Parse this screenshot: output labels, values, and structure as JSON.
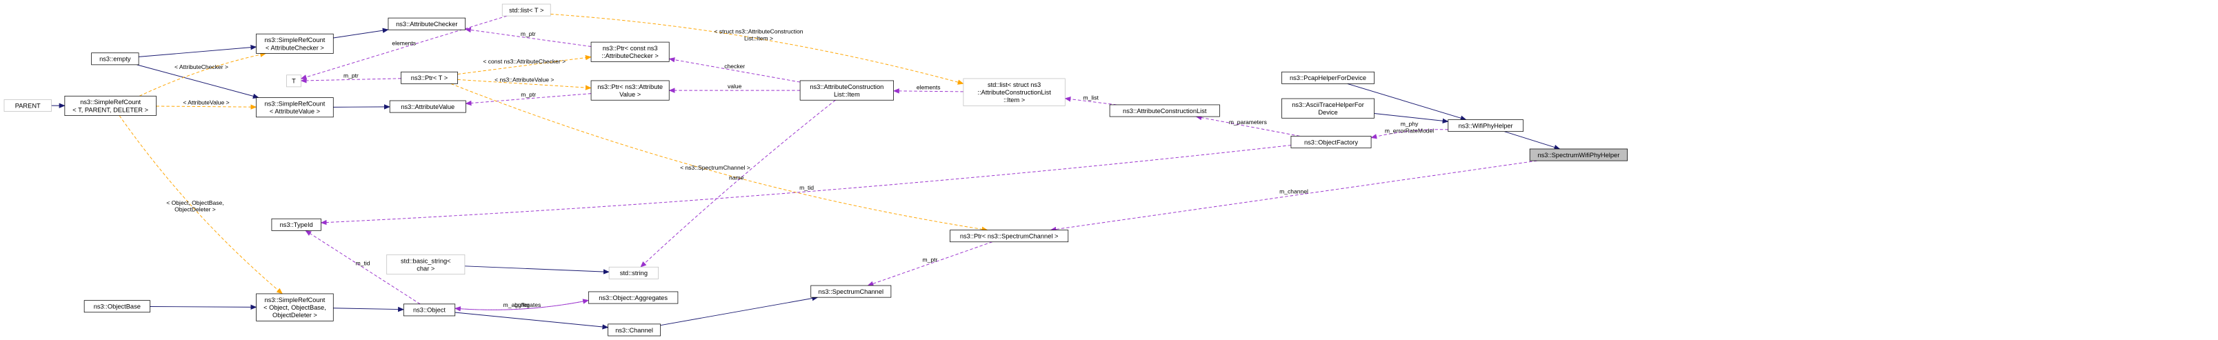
{
  "colors": {
    "inherit": "#191970",
    "usage": "#9a32cd",
    "template": "#ffa500",
    "border": "#000000",
    "undocumented_border": "#bfbfbf",
    "highlight_fill": "#bfbfbf",
    "fill": "#ffffff"
  },
  "nodes": [
    {
      "id": "parent",
      "lines": [
        "PARENT"
      ],
      "style": "undocumented"
    },
    {
      "id": "simplerefcount_main",
      "lines": [
        "ns3::SimpleRefCount",
        "< T, PARENT, DELETER >"
      ],
      "style": "normal"
    },
    {
      "id": "empty",
      "lines": [
        "ns3::empty"
      ],
      "style": "normal"
    },
    {
      "id": "src_attrchecker",
      "lines": [
        "ns3::SimpleRefCount",
        "< AttributeChecker >"
      ],
      "style": "normal"
    },
    {
      "id": "src_attrvalue",
      "lines": [
        "ns3::SimpleRefCount",
        "< AttributeValue >"
      ],
      "style": "normal"
    },
    {
      "id": "typeid",
      "lines": [
        "ns3::TypeId"
      ],
      "style": "normal"
    },
    {
      "id": "objectbase",
      "lines": [
        "ns3::ObjectBase"
      ],
      "style": "normal"
    },
    {
      "id": "src_object",
      "lines": [
        "ns3::SimpleRefCount",
        "< Object, ObjectBase,",
        "ObjectDeleter >"
      ],
      "style": "normal"
    },
    {
      "id": "attributechecker",
      "lines": [
        "ns3::AttributeChecker"
      ],
      "style": "normal"
    },
    {
      "id": "stdlist_t",
      "lines": [
        "std::list< T >"
      ],
      "style": "undocumented"
    },
    {
      "id": "t",
      "lines": [
        "T"
      ],
      "style": "undocumented"
    },
    {
      "id": "ptr_t",
      "lines": [
        "ns3::Ptr< T >"
      ],
      "style": "normal"
    },
    {
      "id": "attributevalue",
      "lines": [
        "ns3::AttributeValue"
      ],
      "style": "normal"
    },
    {
      "id": "basic_string",
      "lines": [
        "std::basic_string<",
        "char >"
      ],
      "style": "undocumented"
    },
    {
      "id": "object",
      "lines": [
        "ns3::Object"
      ],
      "style": "normal"
    },
    {
      "id": "ptr_attrchecker",
      "lines": [
        "ns3::Ptr< const ns3",
        "::AttributeChecker >"
      ],
      "style": "normal"
    },
    {
      "id": "ptr_attrvalue",
      "lines": [
        "ns3::Ptr< ns3::Attribute",
        "Value >"
      ],
      "style": "normal"
    },
    {
      "id": "stdstring",
      "lines": [
        "std::string"
      ],
      "style": "undocumented"
    },
    {
      "id": "aggregates",
      "lines": [
        "ns3::Object::Aggregates"
      ],
      "style": "normal"
    },
    {
      "id": "channel",
      "lines": [
        "ns3::Channel"
      ],
      "style": "normal"
    },
    {
      "id": "ac_item",
      "lines": [
        "ns3::AttributeConstruction",
        "List::Item"
      ],
      "style": "normal"
    },
    {
      "id": "spectrumchannel",
      "lines": [
        "ns3::SpectrumChannel"
      ],
      "style": "normal"
    },
    {
      "id": "stdlist_item",
      "lines": [
        "std::list< struct ns3",
        "::AttributeConstructionList",
        "::Item >"
      ],
      "style": "undocumented"
    },
    {
      "id": "ptr_spectrum",
      "lines": [
        "ns3::Ptr< ns3::SpectrumChannel >"
      ],
      "style": "normal"
    },
    {
      "id": "ac_list",
      "lines": [
        "ns3::AttributeConstructionList"
      ],
      "style": "normal"
    },
    {
      "id": "objectfactory",
      "lines": [
        "ns3::ObjectFactory"
      ],
      "style": "normal"
    },
    {
      "id": "pcaphelper",
      "lines": [
        "ns3::PcapHelperForDevice"
      ],
      "style": "normal"
    },
    {
      "id": "asciihelper",
      "lines": [
        "ns3::AsciiTraceHelperFor",
        "Device"
      ],
      "style": "normal"
    },
    {
      "id": "wifiphyhelper",
      "lines": [
        "ns3::WifiPhyHelper"
      ],
      "style": "normal"
    },
    {
      "id": "spectrumwifiphyhelper",
      "lines": [
        "ns3::SpectrumWifiPhyHelper"
      ],
      "style": "highlight"
    }
  ],
  "edges": [
    {
      "id": "parent-to-src",
      "kind": "inherit",
      "from": "parent",
      "to": "simplerefcount_main",
      "label": []
    },
    {
      "id": "empty-to-src-checker",
      "kind": "inherit",
      "from": "empty",
      "to": "src_attrchecker",
      "label": []
    },
    {
      "id": "empty-to-src-value",
      "kind": "inherit",
      "from": "empty",
      "to": "src_attrvalue",
      "label": []
    },
    {
      "id": "tpl-attrchecker",
      "kind": "template",
      "from": "simplerefcount_main",
      "to": "src_attrchecker",
      "label": [
        "< AttributeChecker >"
      ]
    },
    {
      "id": "tpl-attrvalue",
      "kind": "template",
      "from": "simplerefcount_main",
      "to": "src_attrvalue",
      "label": [
        "< AttributeValue >"
      ]
    },
    {
      "id": "tpl-object",
      "kind": "template",
      "from": "simplerefcount_main",
      "to": "src_object",
      "label": [
        "< Object, ObjectBase,",
        "ObjectDeleter >"
      ]
    },
    {
      "id": "src-to-attrchecker",
      "kind": "inherit",
      "from": "src_attrchecker",
      "to": "attributechecker",
      "label": []
    },
    {
      "id": "src-to-attrvalue",
      "kind": "inherit",
      "from": "src_attrvalue",
      "to": "attributevalue",
      "label": []
    },
    {
      "id": "objectbase-to-src",
      "kind": "inherit",
      "from": "objectbase",
      "to": "src_object",
      "label": []
    },
    {
      "id": "src-to-object",
      "kind": "inherit",
      "from": "src_object",
      "to": "object",
      "label": []
    },
    {
      "id": "object-to-channel",
      "kind": "inherit",
      "from": "object",
      "to": "channel",
      "label": []
    },
    {
      "id": "channel-to-spectrum",
      "kind": "inherit",
      "from": "channel",
      "to": "spectrumchannel",
      "label": []
    },
    {
      "id": "basicstring-to-string",
      "kind": "inherit",
      "from": "basic_string",
      "to": "stdstring",
      "label": []
    },
    {
      "id": "t-elements",
      "kind": "usage",
      "from": "stdlist_t",
      "to": "t",
      "label": [
        "elements"
      ]
    },
    {
      "id": "t-mptr",
      "kind": "usage",
      "from": "ptr_t",
      "to": "t",
      "label": [
        "m_ptr"
      ]
    },
    {
      "id": "checker-mptr",
      "kind": "usage",
      "from": "ptr_attrchecker",
      "to": "attributechecker",
      "label": [
        "m_ptr"
      ]
    },
    {
      "id": "value-mptr",
      "kind": "usage",
      "from": "ptr_attrvalue",
      "to": "attributevalue",
      "label": [
        "m_ptr"
      ]
    },
    {
      "id": "tpl-ptr-checker",
      "kind": "template",
      "from": "ptr_t",
      "to": "ptr_attrchecker",
      "label": [
        "< const ns3::AttributeChecker >"
      ]
    },
    {
      "id": "tpl-ptr-value",
      "kind": "template",
      "from": "ptr_t",
      "to": "ptr_attrvalue",
      "label": [
        "< ns3::AttributeValue >"
      ]
    },
    {
      "id": "tpl-ptr-spectrum",
      "kind": "template",
      "from": "ptr_t",
      "to": "ptr_spectrum",
      "label": [
        "< ns3::SpectrumChannel >"
      ]
    },
    {
      "id": "tpl-list-item",
      "kind": "template",
      "from": "stdlist_t",
      "to": "stdlist_item",
      "label": [
        "< struct ns3::AttributeConstruction",
        "List::Item >"
      ]
    },
    {
      "id": "item-checker",
      "kind": "usage",
      "from": "ac_item",
      "to": "ptr_attrchecker",
      "label": [
        "checker"
      ]
    },
    {
      "id": "item-value",
      "kind": "usage",
      "from": "ac_item",
      "to": "ptr_attrvalue",
      "label": [
        "value"
      ]
    },
    {
      "id": "item-name",
      "kind": "usage",
      "from": "ac_item",
      "to": "stdstring",
      "label": [
        "name"
      ]
    },
    {
      "id": "list-elements",
      "kind": "usage",
      "from": "stdlist_item",
      "to": "ac_item",
      "label": [
        "elements"
      ]
    },
    {
      "id": "aclist-mlist",
      "kind": "usage",
      "from": "ac_list",
      "to": "stdlist_item",
      "label": [
        "m_list"
      ]
    },
    {
      "id": "factory-params",
      "kind": "usage",
      "from": "objectfactory",
      "to": "ac_list",
      "label": [
        "m_parameters"
      ]
    },
    {
      "id": "factory-tid",
      "kind": "usage",
      "from": "objectfactory",
      "to": "typeid",
      "label": [
        "m_tid"
      ]
    },
    {
      "id": "object-tid",
      "kind": "usage",
      "from": "object",
      "to": "typeid",
      "label": [
        "m_tid"
      ]
    },
    {
      "id": "aggr-buffer",
      "kind": "usage",
      "from": "aggregates",
      "to": "object",
      "label": [
        "buffer"
      ]
    },
    {
      "id": "object-aggr",
      "kind": "usage",
      "from": "object",
      "to": "aggregates",
      "label": [
        "m_aggregates"
      ]
    },
    {
      "id": "spectrum-mptr",
      "kind": "usage",
      "from": "ptr_spectrum",
      "to": "spectrumchannel",
      "label": [
        "m_ptr"
      ]
    },
    {
      "id": "helper-channel",
      "kind": "usage",
      "from": "spectrumwifiphyhelper",
      "to": "ptr_spectrum",
      "label": [
        "m_channel"
      ]
    },
    {
      "id": "wifi-phy",
      "kind": "usage",
      "from": "wifiphyhelper",
      "to": "objectfactory",
      "label": [
        "m_phy",
        "m_errorRateModel"
      ]
    },
    {
      "id": "pcap-to-wifi",
      "kind": "inherit",
      "from": "pcaphelper",
      "to": "wifiphyhelper",
      "label": []
    },
    {
      "id": "ascii-to-wifi",
      "kind": "inherit",
      "from": "asciihelper",
      "to": "wifiphyhelper",
      "label": []
    },
    {
      "id": "wifi-to-spectrumhelper",
      "kind": "inherit",
      "from": "wifiphyhelper",
      "to": "spectrumwifiphyhelper",
      "label": []
    }
  ]
}
